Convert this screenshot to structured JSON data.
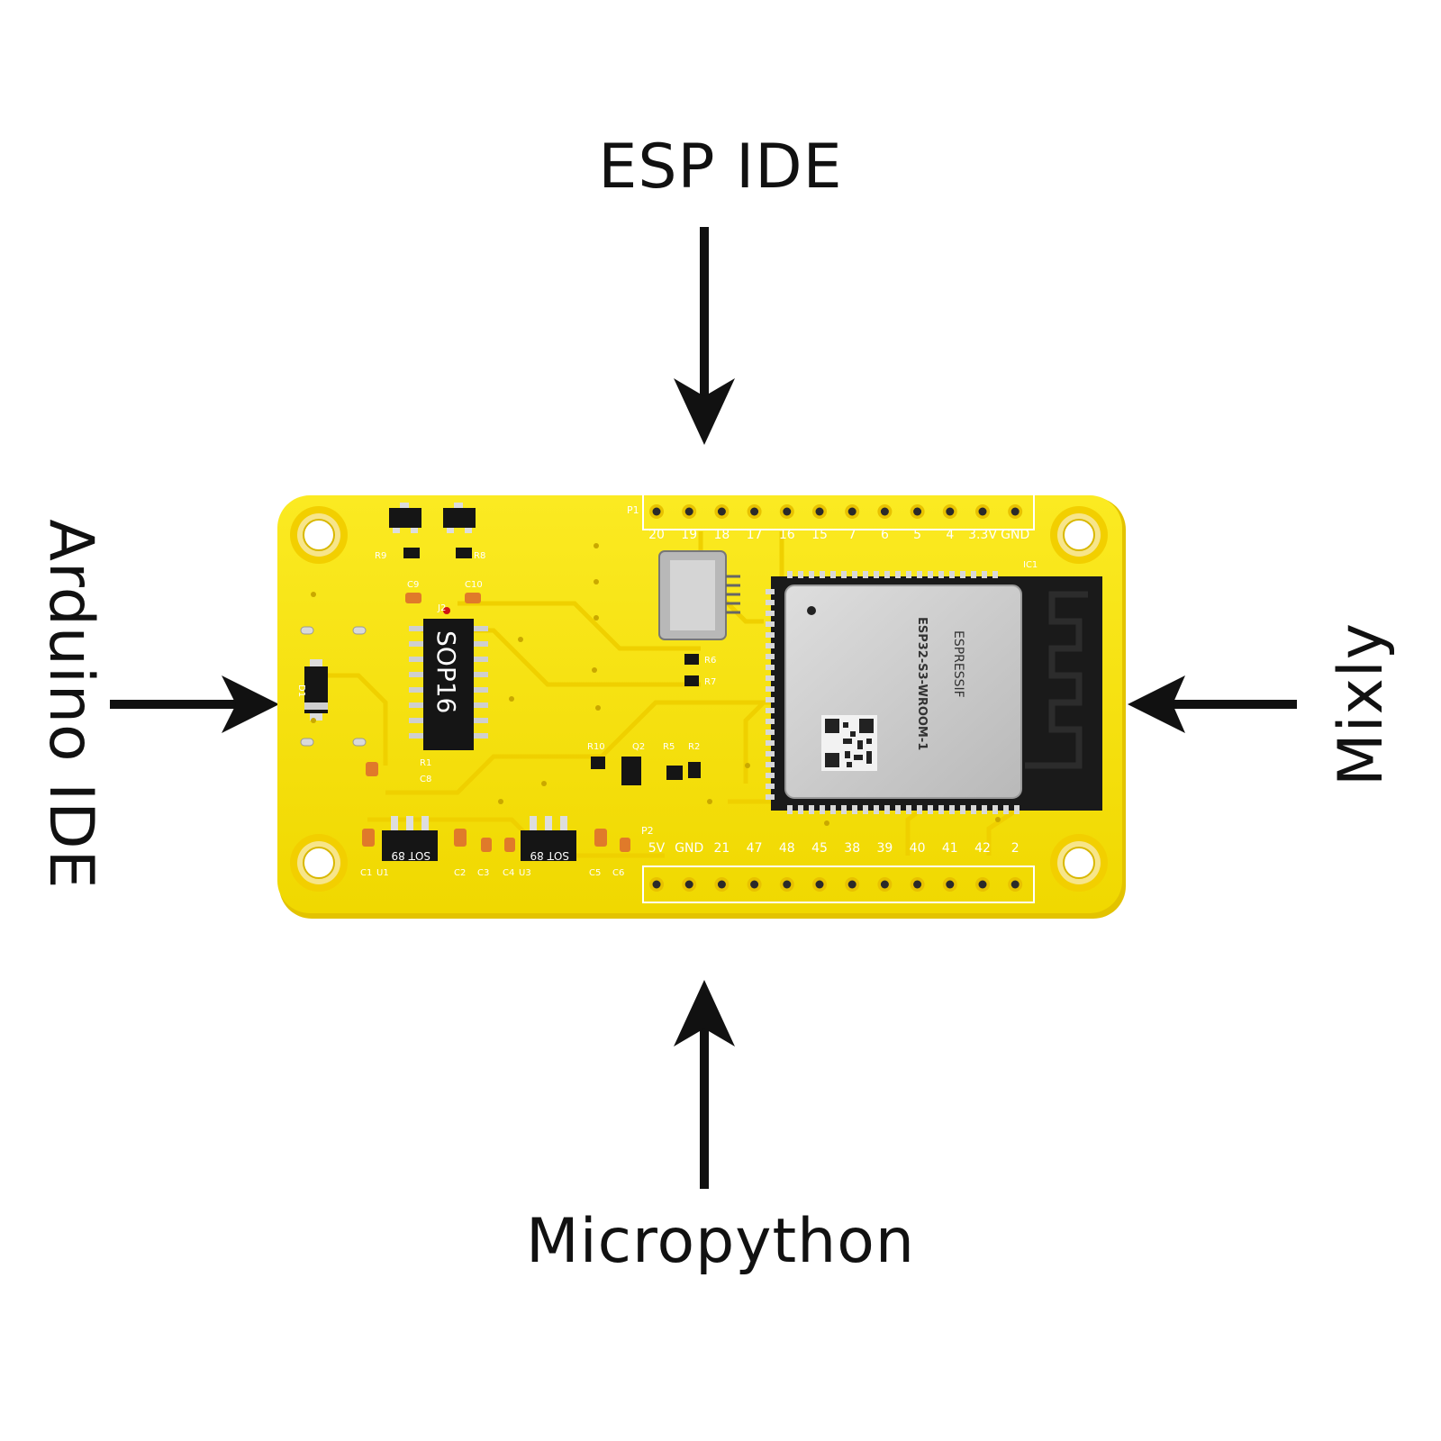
{
  "labels": {
    "top": "ESP IDE",
    "left": "Arduino IDE",
    "right": "Mixly",
    "bottom": "Micropython"
  },
  "board": {
    "header_top_label": "P1",
    "header_top_pins": [
      "20",
      "19",
      "18",
      "17",
      "16",
      "15",
      "7",
      "6",
      "5",
      "4",
      "3.3V",
      "GND"
    ],
    "header_bottom_label": "P2",
    "header_bottom_pins": [
      "5V",
      "GND",
      "21",
      "47",
      "48",
      "45",
      "38",
      "39",
      "40",
      "41",
      "42",
      "2"
    ],
    "chip_label": "SOP16",
    "chip_ref": "J2",
    "module_brand": "ESPRESSIF",
    "module_name": "ESP32-S3-WROOM-1",
    "regulator_left": "SOT 89",
    "regulator_right": "SOT 89",
    "silk_r9": "R9",
    "silk_r8": "R8",
    "silk_c9": "C9",
    "silk_c10": "C10",
    "silk_r6": "R6",
    "silk_r7": "R7",
    "silk_r10": "R10",
    "silk_q2": "Q2",
    "silk_r5": "R5",
    "silk_r2": "R2",
    "silk_r1": "R1",
    "silk_c8": "C8",
    "silk_c1": "C1",
    "silk_c2": "C2",
    "silk_c3": "C3",
    "silk_c4": "C4",
    "silk_c5": "C5",
    "silk_c6": "C6",
    "silk_u1": "U1",
    "silk_u3": "U3",
    "silk_ic1": "IC1",
    "silk_d1": "D1"
  },
  "colors": {
    "pcb": "#f5e20a",
    "pcb_edge": "#e8c800",
    "arrow": "#111111",
    "module": "#c9c9c9",
    "chip": "#151515"
  }
}
